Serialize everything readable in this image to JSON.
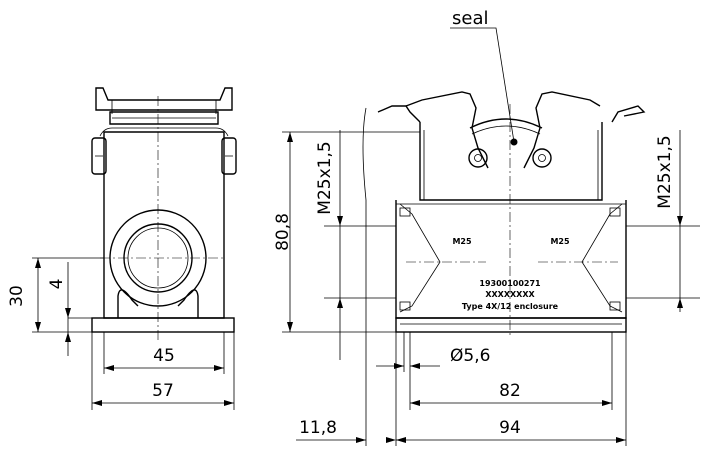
{
  "labels": {
    "seal": "seal",
    "thread_front": "M25x1,5",
    "thread_side": "M25x1,5",
    "marking_left": "M25",
    "marking_right": "M25",
    "part_number": "19300100271",
    "serial": "XXXXXXXX",
    "enclosure_type": "Type 4X/12 enclosure"
  },
  "dimensions": {
    "height_30": "30",
    "height_4": "4",
    "width_45": "45",
    "width_57": "57",
    "height_80_8": "80,8",
    "hole_dia": "Ø5,6",
    "width_82": "82",
    "width_94": "94",
    "offset_11_8": "11,8"
  }
}
